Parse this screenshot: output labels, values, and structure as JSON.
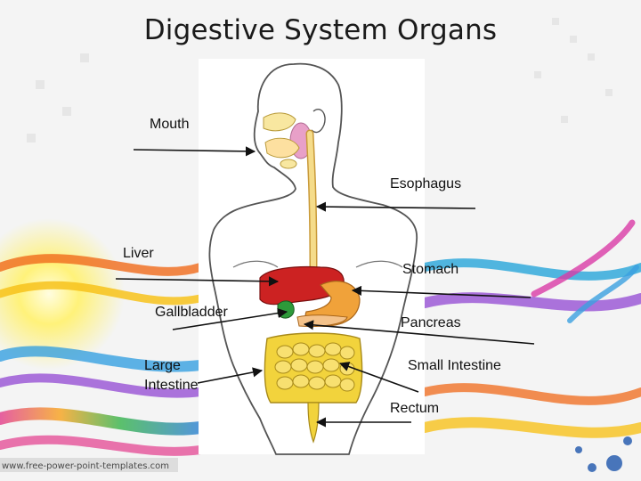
{
  "slide": {
    "title": "Digestive System Organs",
    "footer": "www.free-power-point-templates.com"
  },
  "labels": {
    "mouth": "Mouth",
    "esophagus": "Esophagus",
    "liver": "Liver",
    "stomach": "Stomach",
    "gallbladder": "Gallbladder",
    "pancreas": "Pancreas",
    "large_intestine_line1": "Large",
    "large_intestine_line2": "Intestine",
    "small_intestine": "Small Intestine",
    "rectum": "Rectum"
  },
  "colors": {
    "liver": "#cc2222",
    "stomach": "#f0a23a",
    "gallbladder": "#2e9a3a",
    "intestine": "#f2d33c",
    "salivary": "#e8a0c8",
    "esophagus": "#f5dc8a",
    "skin_outline": "#555555"
  }
}
